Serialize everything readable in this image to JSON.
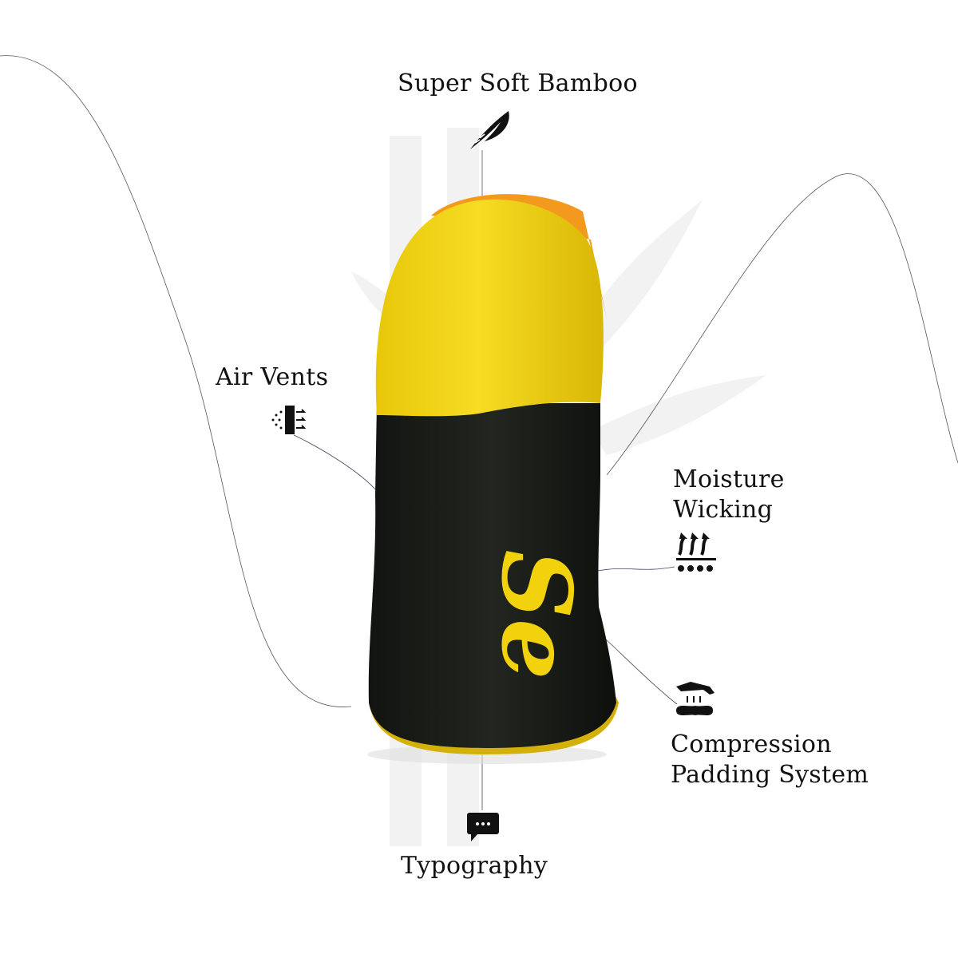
{
  "features": {
    "bamboo": {
      "label": "Super Soft Bamboo",
      "icon": "feather-icon"
    },
    "air_vents": {
      "label": "Air Vents",
      "icon": "air-vent-icon"
    },
    "moisture": {
      "label_line1": "Moisture",
      "label_line2": "Wicking",
      "icon": "moisture-wicking-icon"
    },
    "compression": {
      "label_line1": "Compression",
      "label_line2": "Padding System",
      "icon": "compression-padding-icon"
    },
    "typography": {
      "label": "Typography",
      "icon": "chat-bubble-icon"
    }
  },
  "product": {
    "logo_text": "Se",
    "colors": {
      "yellow": "#f2d20c",
      "black": "#1c1f1a",
      "orange": "#f39a1e",
      "watermark": "#f1f1f1"
    }
  }
}
